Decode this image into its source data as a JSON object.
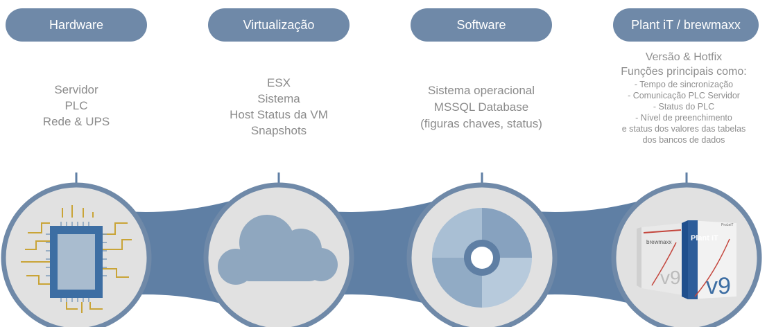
{
  "colors": {
    "pill": "#6f89a8",
    "band": "#5f7fa4",
    "circle": "#e1e1e1",
    "text": "#8b8b8b",
    "chip_blue": "#3d6ea3",
    "chip_gold": "#c9a437",
    "cloud": "#8fa7bf",
    "disc_dark": "#7f9cba",
    "disc_light": "#c7d7e6"
  },
  "columns": [
    {
      "pill_label": "Hardware",
      "lines": [
        "Servidor",
        "PLC",
        "Rede & UPS"
      ],
      "icon": "cpu-chip-icon"
    },
    {
      "pill_label": "Virtualização",
      "lines": [
        "ESX",
        "Sistema",
        "Host Status da VM",
        "Snapshots"
      ],
      "icon": "cloud-icon"
    },
    {
      "pill_label": "Software",
      "lines": [
        "Sistema operacional",
        "MSSQL Database",
        "(figuras chaves, status)"
      ],
      "icon": "disc-icon"
    },
    {
      "pill_label": "Plant iT / brewmaxx",
      "lines_big": [
        "Versão & Hotfix",
        "Funções principais como:"
      ],
      "lines_small": [
        "- Tempo de sincronização",
        "- Comunicação PLC Servidor",
        "- Status do PLC",
        "- Nível de preenchimento",
        "e status dos valores das tabelas",
        "dos bancos de dados"
      ],
      "icon": "software-boxes-icon",
      "box_labels": {
        "back_brand": "brewmaxx",
        "back_version": "v9",
        "front_brand": "Plant iT",
        "front_version": "v9",
        "corner_tag": "ProLeiT"
      }
    }
  ]
}
